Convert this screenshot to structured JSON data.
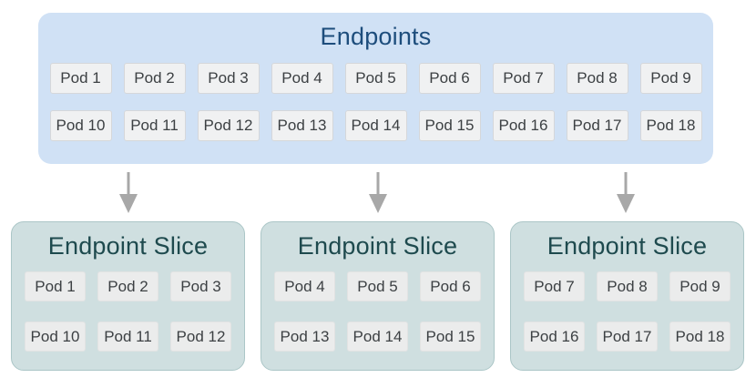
{
  "diagram": {
    "endpoints": {
      "title": "Endpoints",
      "pods": [
        "Pod 1",
        "Pod 2",
        "Pod 3",
        "Pod 4",
        "Pod 5",
        "Pod 6",
        "Pod 7",
        "Pod 8",
        "Pod 9",
        "Pod 10",
        "Pod 11",
        "Pod 12",
        "Pod 13",
        "Pod 14",
        "Pod 15",
        "Pod 16",
        "Pod 17",
        "Pod 18"
      ]
    },
    "slices": [
      {
        "title": "Endpoint Slice",
        "pods": [
          "Pod 1",
          "Pod 2",
          "Pod 3",
          "Pod 10",
          "Pod 11",
          "Pod 12"
        ]
      },
      {
        "title": "Endpoint Slice",
        "pods": [
          "Pod 4",
          "Pod 5",
          "Pod 6",
          "Pod 13",
          "Pod 14",
          "Pod 15"
        ]
      },
      {
        "title": "Endpoint Slice",
        "pods": [
          "Pod 7",
          "Pod 8",
          "Pod 9",
          "Pod 16",
          "Pod 17",
          "Pod 18"
        ]
      }
    ],
    "colors": {
      "endpoints_bg": "#d0e1f5",
      "endpoints_title": "#1d4d7c",
      "slice_bg": "#cfdfe0",
      "slice_border": "#abc6c7",
      "slice_title": "#1e4a4e",
      "pod_bg": "#f0f1f2",
      "pod_border": "#d5d7da",
      "pod_text": "#3c4043",
      "arrow": "#a8a8a8"
    }
  }
}
